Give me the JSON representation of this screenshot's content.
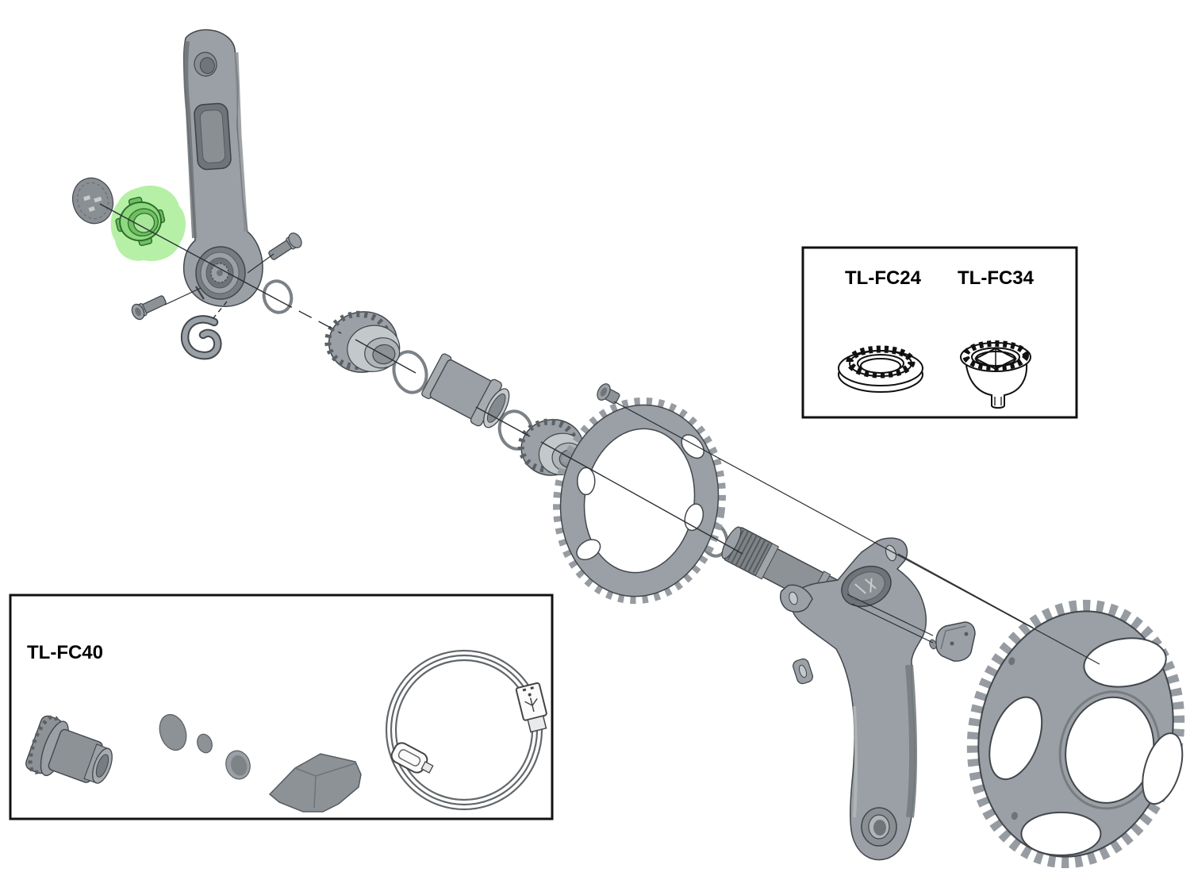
{
  "tool_boxes": {
    "top_right": {
      "labels": [
        "TL-FC24",
        "TL-FC34"
      ]
    },
    "bottom_left": {
      "label": "TL-FC40"
    }
  },
  "highlight": {
    "highlighted_part": "crank-arm-lockring",
    "glow_color": "#b6f0a6",
    "part_green": "#6fbf63",
    "part_green_dark": "#2d6e2a",
    "part_green_light": "#a8e699"
  },
  "colors": {
    "background": "#ffffff",
    "part_gray": "#9aa0a5",
    "part_gray_dark": "#74797e",
    "part_gray_light": "#c3c8cb",
    "outline": "#42474c",
    "box_border": "#111111",
    "axis_line": "#2b2f33"
  },
  "parts": [
    "crank-fixing-cap",
    "lockring-highlighted",
    "left-crank-arm-power-meter",
    "clamp-bolt-lower",
    "clamp-bolt-upper",
    "stopper-plate",
    "o-ring-1",
    "bb-adapter-left",
    "o-ring-2",
    "bb-inner-cover-sleeve",
    "o-ring-3",
    "bb-adapter-right",
    "chainring-bolt",
    "inner-chainring",
    "o-ring-4",
    "crank-axle",
    "right-crank-arm-power-meter",
    "battery-cover",
    "outer-chainring",
    "lockring-tool",
    "bb-cup-tool",
    "preload-tool",
    "grommet-small",
    "grommet-medium",
    "grommet-round",
    "mount-plate",
    "charging-cable"
  ]
}
